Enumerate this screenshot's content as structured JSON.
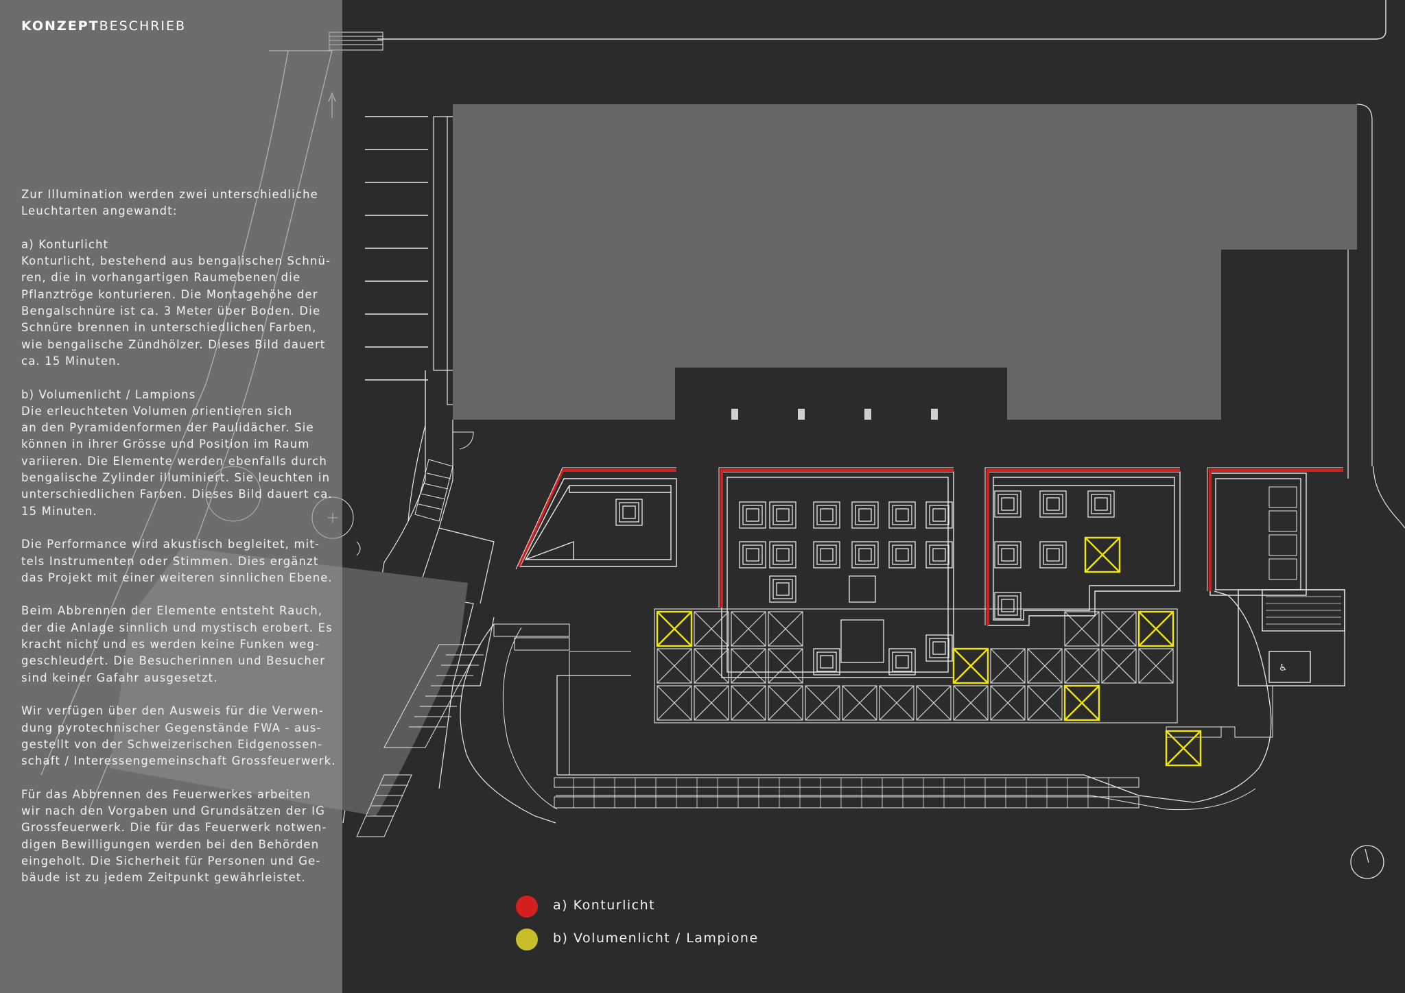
{
  "header": {
    "title_bold": "KONZEPT",
    "title_light": "BESCHRIEB"
  },
  "text": {
    "intro": [
      "Zur Illumination werden zwei unterschiedliche",
      "Leuchtarten angewandt:"
    ],
    "a_heading": "a) Konturlicht",
    "a_body": [
      "Konturlicht, bestehend aus bengalischen Schnü-",
      "ren, die in vorhangartigen Raumebenen die",
      "Pflanztröge konturieren. Die Montagehöhe der",
      "Bengalschnüre ist ca. 3 Meter über Boden. Die",
      "Schnüre brennen in unterschiedlichen Farben,",
      "wie bengalische Zündhölzer. Dieses Bild dauert",
      "ca. 15 Minuten."
    ],
    "b_heading": "b) Volumenlicht / Lampions",
    "b_body": [
      "Die erleuchteten Volumen orientieren sich",
      "an den Pyramidenformen der Paulidächer. Sie",
      "können in ihrer Grösse und Position im Raum",
      "variieren. Die Elemente werden ebenfalls durch",
      "bengalische Zylinder illuminiert. Sie leuchten in",
      "unterschiedlichen Farben. Dieses Bild dauert ca.",
      "15 Minuten."
    ],
    "performance": [
      "Die Performance wird akustisch begleitet, mit-",
      "tels Instrumenten oder Stimmen. Dies ergänzt",
      "das Projekt mit einer weiteren sinnlichen Ebene."
    ],
    "smoke": [
      "Beim Abbrennen der Elemente entsteht Rauch,",
      "der die Anlage sinnlich und mystisch erobert. Es",
      "kracht nicht und es werden keine Funken weg-",
      "geschleudert. Die Besucherinnen und Besucher",
      "sind keiner Gafahr ausgesetzt."
    ],
    "permit": [
      "Wir verfügen über den Ausweis für die Verwen-",
      "dung pyrotechnischer Gegenstände FWA - aus-",
      "gestellt von der Schweizerischen Eidgenossen-",
      "schaft / Interessengemeinschaft Grossfeuerwerk."
    ],
    "safety": [
      "Für das Abbrennen des Feuerwerkes arbeiten",
      "wir nach den Vorgaben und Grundsätzen der IG",
      "Grossfeuerwerk. Die für das Feuerwerk notwen-",
      "digen Bewilligungen werden bei den Behörden",
      "eingeholt. Die Sicherheit für Personen und Ge-",
      "bäude ist zu jedem Zeitpunkt gewährleistet."
    ]
  },
  "legend": [
    {
      "label": "a) Konturlicht",
      "color": "#d41f1f"
    },
    {
      "label": "b) Volumenlicht / Lampione",
      "color": "#c8be2a"
    }
  ],
  "colors": {
    "background": "#2b2b2b",
    "building": "#676767",
    "line": "#e8e8e8",
    "contour": "#d41f1f",
    "volume": "#f2e600"
  }
}
